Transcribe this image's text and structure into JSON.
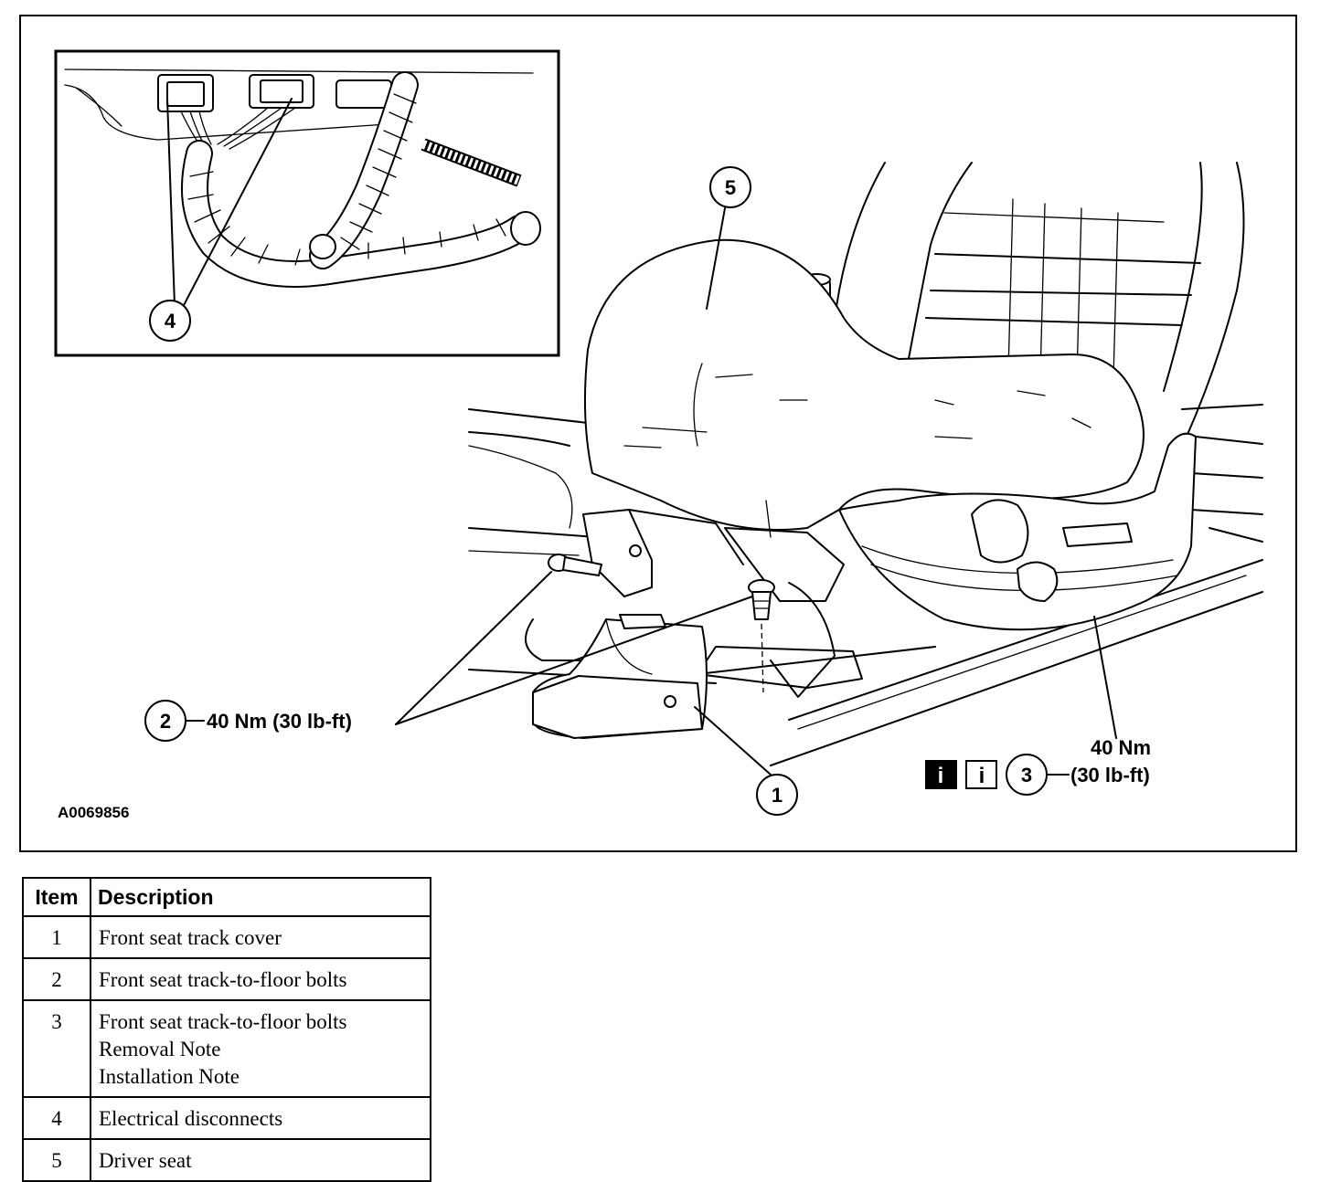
{
  "figure": {
    "id": "A0069856",
    "callouts": [
      {
        "number": "1"
      },
      {
        "number": "2",
        "torque": "40 Nm (30 lb-ft)"
      },
      {
        "number": "3",
        "torque_line1": "40 Nm",
        "torque_line2": "(30 lb-ft)",
        "info_icon": "i"
      },
      {
        "number": "4"
      },
      {
        "number": "5"
      }
    ]
  },
  "legend": {
    "headers": {
      "item": "Item",
      "description": "Description"
    },
    "rows": [
      {
        "item": "1",
        "lines": [
          "Front seat track cover"
        ]
      },
      {
        "item": "2",
        "lines": [
          "Front seat track-to-floor bolts"
        ]
      },
      {
        "item": "3",
        "lines": [
          "Front seat track-to-floor bolts",
          "Removal Note",
          "Installation Note"
        ]
      },
      {
        "item": "4",
        "lines": [
          "Electrical disconnects"
        ]
      },
      {
        "item": "5",
        "lines": [
          "Driver seat"
        ]
      }
    ]
  }
}
